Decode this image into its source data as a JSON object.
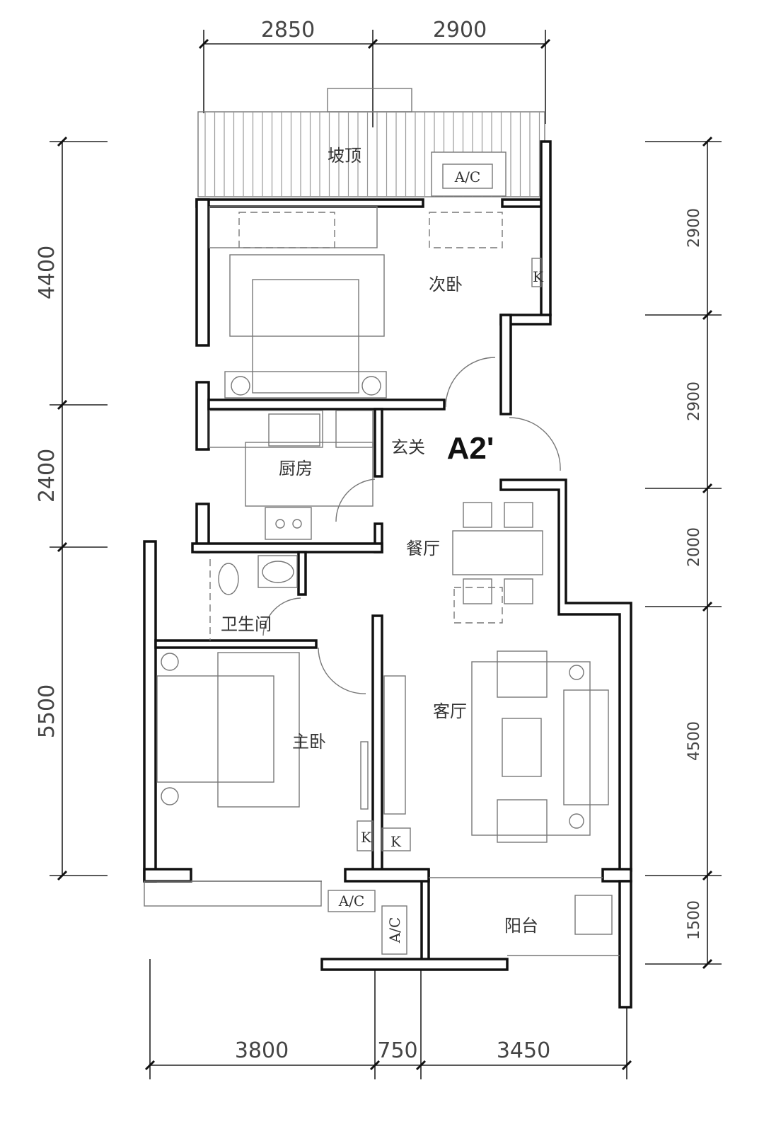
{
  "plan": {
    "unit_code": "A2'",
    "rooms": {
      "roof": "坡顶",
      "second_bedroom": "次卧",
      "entrance": "玄关",
      "kitchen": "厨房",
      "dining": "餐厅",
      "bathroom": "卫生间",
      "living": "客厅",
      "master_bedroom": "主卧",
      "balcony": "阳台"
    },
    "ac_label": "A/C",
    "k_label": "K"
  },
  "dimensions": {
    "top": [
      "2850",
      "2900"
    ],
    "left": [
      "4400",
      "2400",
      "5500"
    ],
    "right": [
      "2900",
      "2900",
      "2000",
      "4500",
      "1500"
    ],
    "bottom": [
      "3800",
      "750",
      "3450"
    ]
  }
}
